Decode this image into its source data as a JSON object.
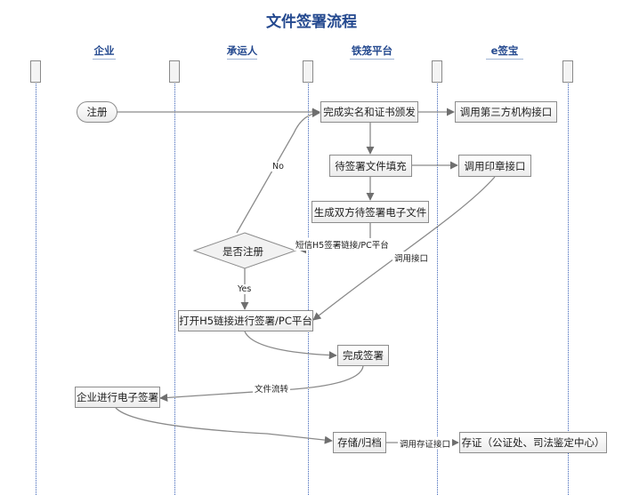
{
  "title": "文件签署流程",
  "lanes": [
    "企业",
    "承运人",
    "铁笼平台",
    "e签宝"
  ],
  "nodes": {
    "register": "注册",
    "complete_cert": "完成实名和证书颁发",
    "call_third_party": "调用第三方机构接口",
    "fill_doc": "待签署文件填充",
    "call_seal": "调用印章接口",
    "generate_doc": "生成双方待签署电子文件",
    "is_registered": "是否注册",
    "open_h5": "打开H5链接进行签署/PC平台",
    "complete_sign": "完成签署",
    "enterprise_sign": "企业进行电子签署",
    "store": "存储/归档",
    "evidence": "存证（公证处、司法鉴定中心）"
  },
  "edge_labels": {
    "no": "No",
    "yes": "Yes",
    "sms": "短信H5签署链接/PC平台",
    "call_api": "调用接口",
    "doc_flow": "文件流转",
    "call_evidence": "调用存证接口"
  },
  "colors": {
    "title": "#24498f",
    "lane_line": "#3d63b7",
    "edge": "#8a8a8a",
    "node_border": "#8c8c8c"
  }
}
